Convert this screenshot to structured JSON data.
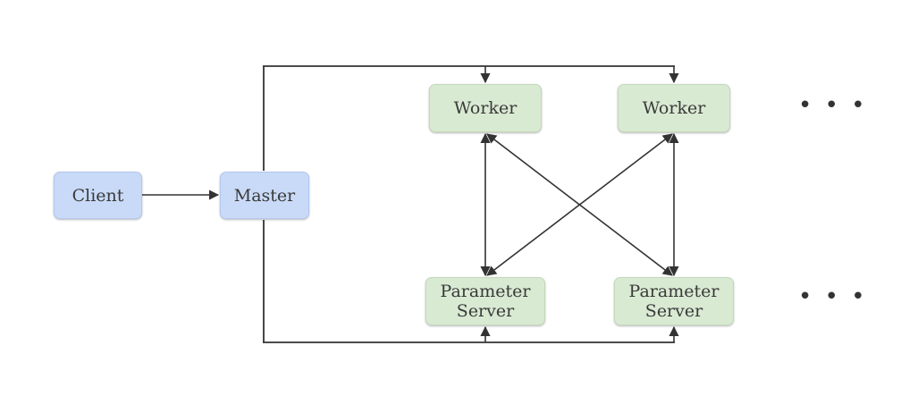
{
  "nodes": {
    "client": "Client",
    "master": "Master",
    "worker_1": "Worker",
    "worker_2": "Worker",
    "ps_1": "Parameter\nServer",
    "ps_2": "Parameter\nServer"
  },
  "ellipsis": {
    "workers": "• • •",
    "parameter_servers": "• • •"
  },
  "colors": {
    "client_master_fill": "#c9daf8",
    "worker_ps_fill": "#d9ead3",
    "edge": "#333333"
  }
}
